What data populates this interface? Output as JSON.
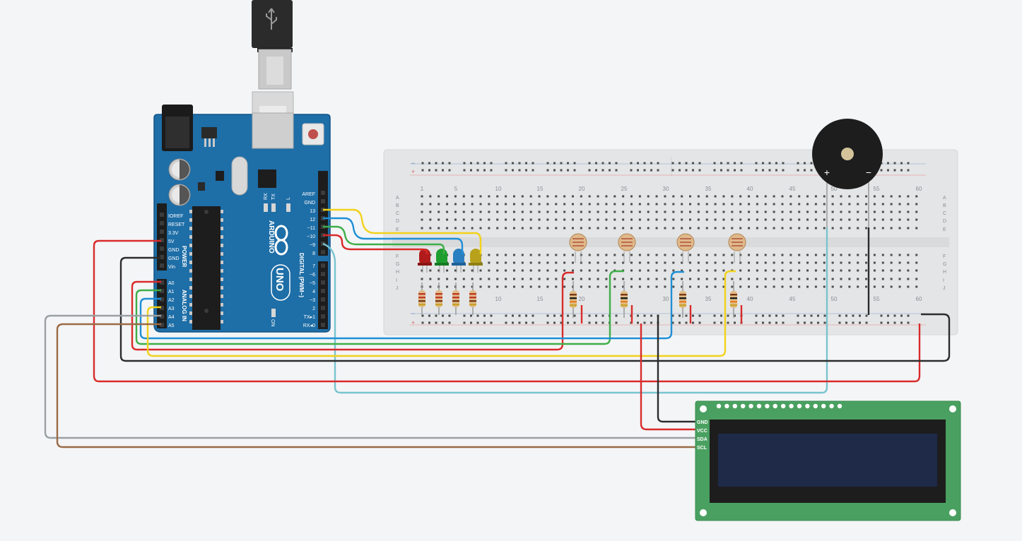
{
  "arduino": {
    "power_pins": [
      "IOREF",
      "RESET",
      "3.3V",
      "5V",
      "GND",
      "GND",
      "Vin"
    ],
    "power_label": "POWER",
    "analog_pins": [
      "A0",
      "A1",
      "A2",
      "A3",
      "A4",
      "A5"
    ],
    "analog_label": "ANALOG IN",
    "digital_top_pins": [
      "AREF",
      "GND",
      "13",
      "12",
      "~11",
      "~10",
      "~9",
      "8"
    ],
    "digital_bottom_pins": [
      "7",
      "~6",
      "~5",
      "4",
      "~3",
      "2",
      "TX▸1",
      "RX◂0"
    ],
    "digital_label": "DIGITAL (PWM~)",
    "brand": "ARDUINO",
    "model": "UNO",
    "leds": [
      "RX",
      "TX",
      "L"
    ],
    "on_label": "ON",
    "color": "#1e6ea7"
  },
  "breadboard": {
    "column_numbers": [
      "1",
      "5",
      "10",
      "15",
      "20",
      "25",
      "30",
      "35",
      "40",
      "45",
      "50",
      "55",
      "60"
    ],
    "rows_top": [
      "A",
      "B",
      "C",
      "D",
      "E"
    ],
    "rows_bottom": [
      "F",
      "G",
      "H",
      "I",
      "J"
    ],
    "rail_minus": "−",
    "rail_plus": "+"
  },
  "buzzer": {
    "plus": "+",
    "minus": "−"
  },
  "lcd": {
    "pins": [
      "GND",
      "VCC",
      "SDA",
      "SCL"
    ],
    "board_color": "#4aa060",
    "screen_color": "#1e2a48"
  },
  "components": {
    "led_colors": [
      "#b01c1c",
      "#1e9e2e",
      "#2a7fc0",
      "#b8a21c"
    ],
    "wire_colors": {
      "red": "#d92b2b",
      "black": "#2c2c2c",
      "yellow": "#f2d21b",
      "green": "#3fae49",
      "blue": "#1e8fd6",
      "light_blue": "#79c4cf",
      "gray": "#9aa0a3",
      "brown": "#9a6a45"
    }
  }
}
